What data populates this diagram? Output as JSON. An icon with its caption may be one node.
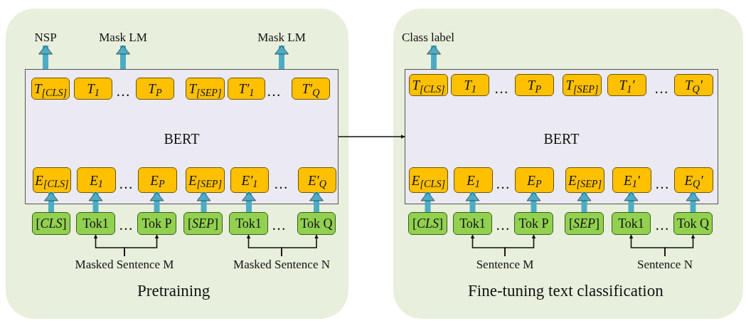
{
  "diagram": {
    "nodes": [
      {
        "text": [
          "Pretraining"
        ]
      },
      {
        "text": [
          "BERT"
        ],
        "in": 0
      },
      {
        "text": [
          "T$_{[CLS]}$"
        ],
        "in": 1
      },
      {
        "text": [
          "T$_{1}$"
        ],
        "in": 1
      },
      {
        "text": [
          "T$_{P}$"
        ],
        "in": 1
      },
      {
        "text": [
          "T$_{[SEP]}$"
        ],
        "in": 1
      },
      {
        "text": [
          "T′$_{1}$"
        ],
        "in": 1
      },
      {
        "text": [
          "T′$_{Q}$"
        ],
        "in": 1
      },
      {
        "text": [
          "E$_{[CLS]}$"
        ],
        "in": 1
      },
      {
        "text": [
          "E$_{1}$"
        ],
        "in": 1
      },
      {
        "text": [
          "E$_{P}$"
        ],
        "in": 1
      },
      {
        "text": [
          "E$_{[SEP]}$"
        ],
        "in": 1
      },
      {
        "text": [
          "E′$_{1}$"
        ],
        "in": 1
      },
      {
        "text": [
          "E′$_{Q}$"
        ],
        "in": 1
      },
      {
        "text": [
          "[*CLS*]"
        ],
        "in": 0
      },
      {
        "text": [
          "Tok1"
        ],
        "in": 0
      },
      {
        "text": [
          "Tok P"
        ],
        "in": 0
      },
      {
        "text": [
          "[*SEP*]"
        ],
        "in": 0
      },
      {
        "text": [
          "Tok1"
        ],
        "in": 0
      },
      {
        "text": [
          "Tok Q"
        ],
        "in": 0
      },
      {
        "text": [
          "NSP"
        ],
        "in": 0
      },
      {
        "text": [
          "Mask LM"
        ],
        "in": 0
      },
      {
        "text": [
          "Mask LM"
        ],
        "in": 0
      },
      {
        "text": [
          "Masked Sentence M"
        ],
        "in": 0
      },
      {
        "text": [
          "Masked Sentence N"
        ],
        "in": 0
      },
      {
        "text": [
          "Fine-tuning text classification"
        ]
      },
      {
        "text": [
          "BERT"
        ],
        "in": 25
      },
      {
        "text": [
          "T$_{[CLS]}$"
        ],
        "in": 26
      },
      {
        "text": [
          "T$_{1}$"
        ],
        "in": 26
      },
      {
        "text": [
          "T$_{P}$"
        ],
        "in": 26
      },
      {
        "text": [
          "T$_{[SEP]}$"
        ],
        "in": 26
      },
      {
        "text": [
          "T$_{1}$′"
        ],
        "in": 26
      },
      {
        "text": [
          "T$_{Q}$′"
        ],
        "in": 26
      },
      {
        "text": [
          "E$_{[CLS]}$"
        ],
        "in": 26
      },
      {
        "text": [
          "E$_{1}$"
        ],
        "in": 26
      },
      {
        "text": [
          "E$_{P}$"
        ],
        "in": 26
      },
      {
        "text": [
          "E$_{[SEP]}$"
        ],
        "in": 26
      },
      {
        "text": [
          "E$_{1}$′"
        ],
        "in": 26
      },
      {
        "text": [
          "E$_{Q}$′"
        ],
        "in": 26
      },
      {
        "text": [
          "[*CLS*]"
        ],
        "in": 25
      },
      {
        "text": [
          "Tok1"
        ],
        "in": 25
      },
      {
        "text": [
          "Tok P"
        ],
        "in": 25
      },
      {
        "text": [
          "[*SEP*]"
        ],
        "in": 25
      },
      {
        "text": [
          "Tok1"
        ],
        "in": 25
      },
      {
        "text": [
          "Tok Q"
        ],
        "in": 25
      },
      {
        "text": [
          "Class label"
        ],
        "in": 25
      },
      {
        "text": [
          "Sentence M"
        ],
        "in": 25
      },
      {
        "text": [
          "Sentence N"
        ],
        "in": 25
      }
    ],
    "edges": [
      {
        "from": 1,
        "to": 20,
        "arrow": "to"
      },
      {
        "from": 1,
        "to": 21,
        "arrow": "to"
      },
      {
        "from": 1,
        "to": 22,
        "arrow": "to"
      },
      {
        "from": 14,
        "to": 8,
        "arrow": "to"
      },
      {
        "from": 15,
        "to": 9,
        "arrow": "to"
      },
      {
        "from": 16,
        "to": 10,
        "arrow": "to"
      },
      {
        "from": 17,
        "to": 11,
        "arrow": "to"
      },
      {
        "from": 18,
        "to": 12,
        "arrow": "to"
      },
      {
        "from": 19,
        "to": 13,
        "arrow": "to"
      },
      {
        "from": 23,
        "to": 15,
        "arrow": "to",
        "color": "#111111"
      },
      {
        "from": 23,
        "to": 16,
        "arrow": "to",
        "color": "#111111"
      },
      {
        "from": 24,
        "to": 18,
        "arrow": "to",
        "color": "#111111"
      },
      {
        "from": 24,
        "to": 19,
        "arrow": "to",
        "color": "#111111"
      },
      {
        "from": 1,
        "to": 26,
        "arrow": "to",
        "color": "#111111"
      },
      {
        "from": 26,
        "to": 45,
        "arrow": "to"
      },
      {
        "from": 39,
        "to": 33,
        "arrow": "to"
      },
      {
        "from": 40,
        "to": 34,
        "arrow": "to"
      },
      {
        "from": 41,
        "to": 35,
        "arrow": "to"
      },
      {
        "from": 42,
        "to": 36,
        "arrow": "to"
      },
      {
        "from": 43,
        "to": 37,
        "arrow": "to"
      },
      {
        "from": 44,
        "to": 38,
        "arrow": "to"
      },
      {
        "from": 46,
        "to": 40,
        "arrow": "to",
        "color": "#111111"
      },
      {
        "from": 46,
        "to": 41,
        "arrow": "to",
        "color": "#111111"
      },
      {
        "from": 47,
        "to": 43,
        "arrow": "to",
        "color": "#111111"
      },
      {
        "from": 47,
        "to": 44,
        "arrow": "to",
        "color": "#111111"
      }
    ],
    "labels": [
      "…",
      "…",
      "…",
      "…",
      "…",
      "…",
      "…",
      "…",
      "…",
      "…",
      "…",
      "…"
    ]
  }
}
